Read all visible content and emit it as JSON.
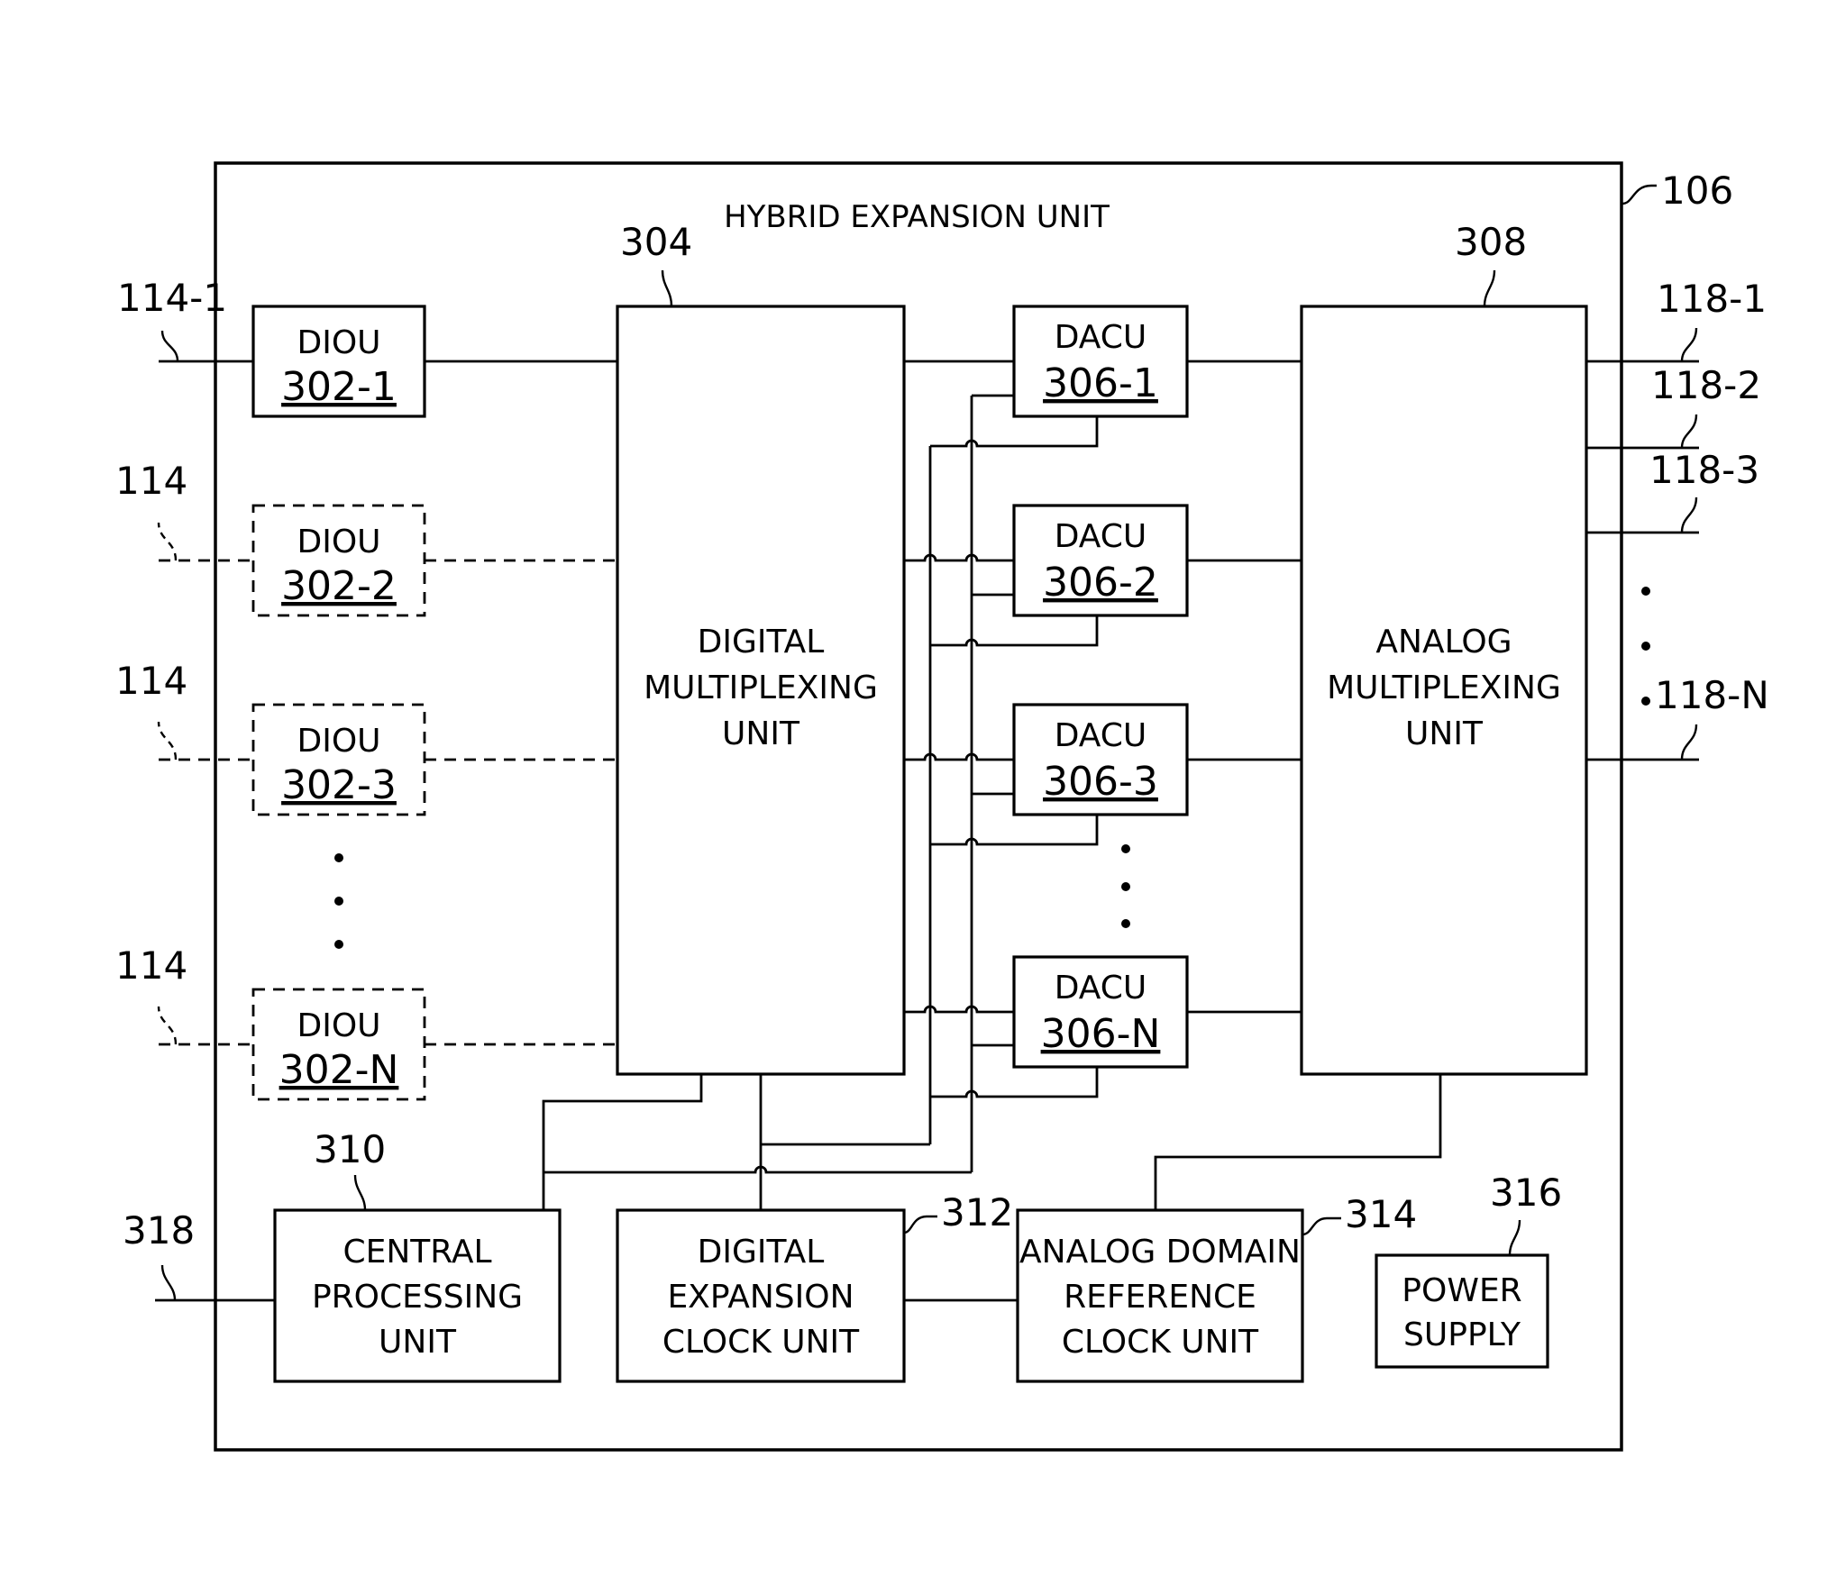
{
  "diagram": {
    "title": "HYBRID EXPANSION UNIT",
    "unit_ref": "106",
    "diou": [
      {
        "name": "DIOU",
        "ref": "302-1",
        "port": "114-1"
      },
      {
        "name": "DIOU",
        "ref": "302-2",
        "port": "114"
      },
      {
        "name": "DIOU",
        "ref": "302-3",
        "port": "114"
      },
      {
        "name": "DIOU",
        "ref": "302-N",
        "port": "114"
      }
    ],
    "dmu": {
      "ref": "304",
      "lines": [
        "DIGITAL",
        "MULTIPLEXING",
        "UNIT"
      ]
    },
    "dacu": [
      {
        "name": "DACU",
        "ref": "306-1"
      },
      {
        "name": "DACU",
        "ref": "306-2"
      },
      {
        "name": "DACU",
        "ref": "306-3"
      },
      {
        "name": "DACU",
        "ref": "306-N"
      }
    ],
    "amu": {
      "ref": "308",
      "lines": [
        "ANALOG",
        "MULTIPLEXING",
        "UNIT"
      ]
    },
    "outputs": [
      "118-1",
      "118-2",
      "118-3",
      "118-N"
    ],
    "cpu": {
      "ref": "310",
      "lines": [
        "CENTRAL",
        "PROCESSING",
        "UNIT"
      ],
      "port": "318"
    },
    "decu": {
      "ref": "312",
      "lines": [
        "DIGITAL",
        "EXPANSION",
        "CLOCK UNIT"
      ]
    },
    "adrcu": {
      "ref": "314",
      "lines": [
        "ANALOG DOMAIN",
        "REFERENCE",
        "CLOCK UNIT"
      ]
    },
    "psu": {
      "ref": "316",
      "lines": [
        "POWER",
        "SUPPLY"
      ]
    }
  }
}
